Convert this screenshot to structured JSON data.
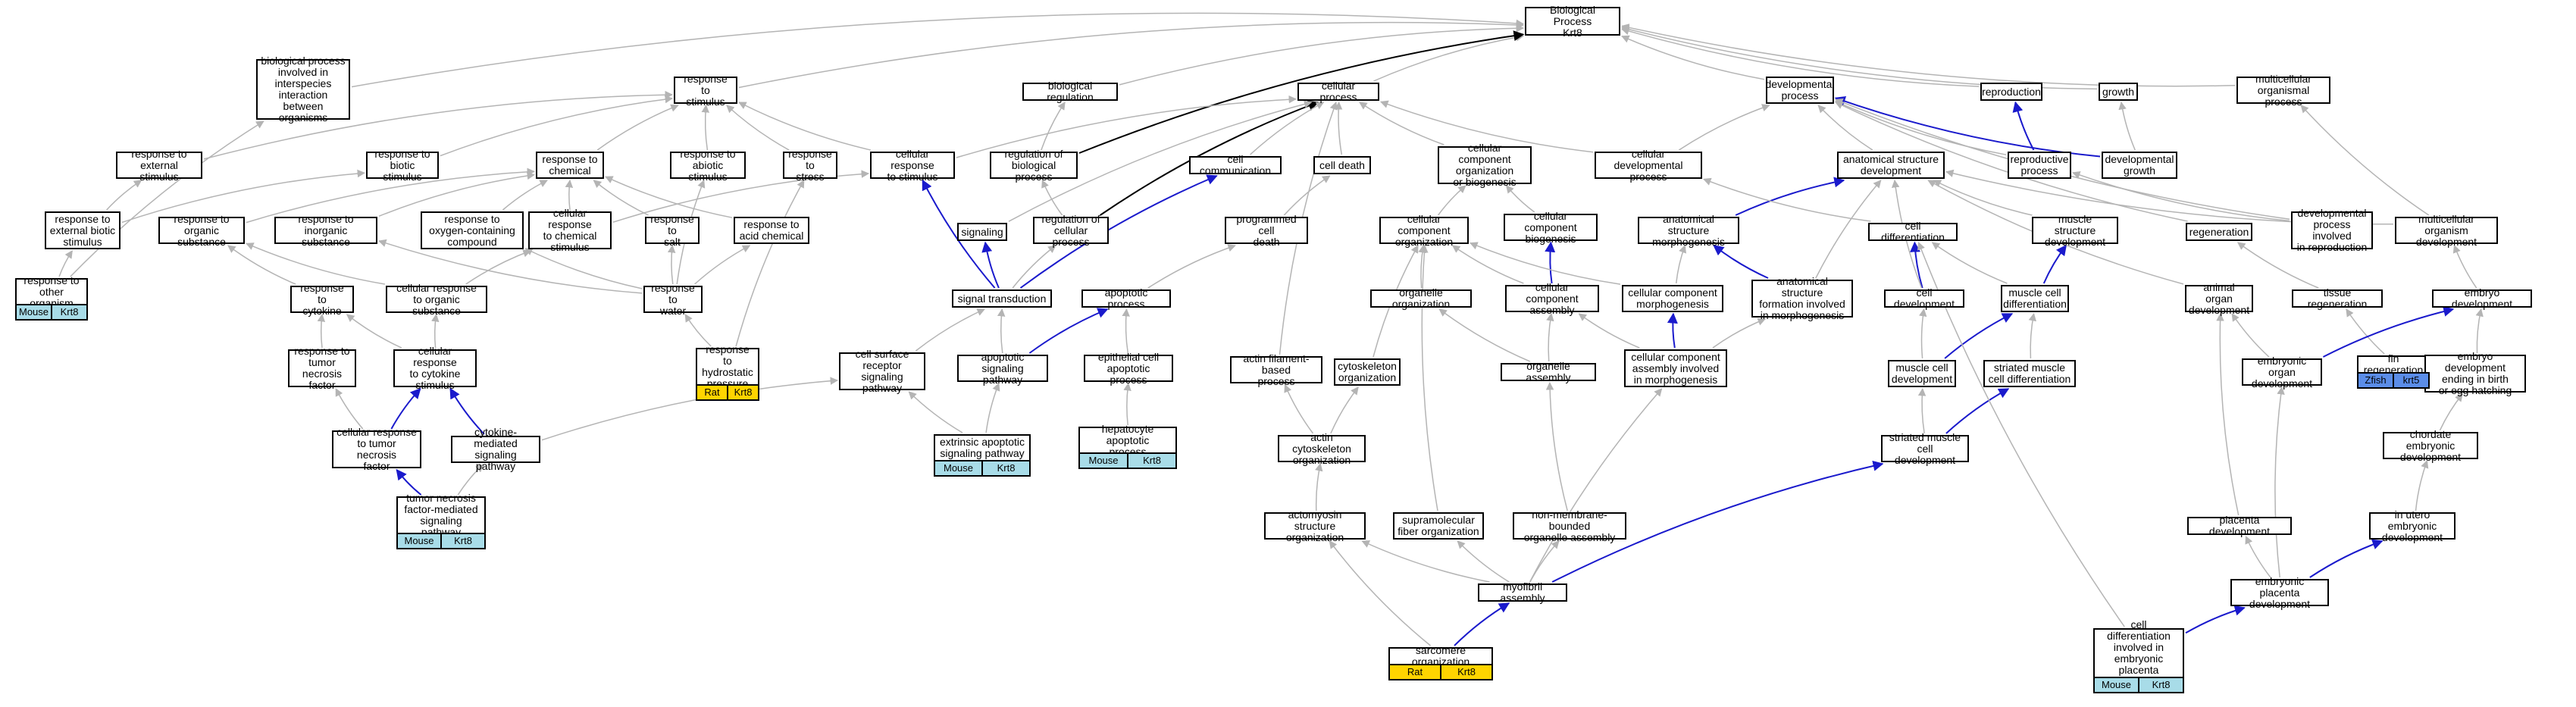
{
  "colors": {
    "default_edge": "#b4b4b4",
    "highlight_edge": "#1a1acc",
    "black_edge": "#000000",
    "mouse_badge": "#a8dce8",
    "rat_badge": "#ffd400",
    "zfish_badge": "#5b8de8"
  },
  "nodes": [
    {
      "id": "root",
      "label": "Biological Process\nKrt8"
    },
    {
      "id": "bpinter",
      "label": "biological process\ninvolved in\ninterspecies\ninteraction\nbetween organisms"
    },
    {
      "id": "resp_stim",
      "label": "response to\nstimulus"
    },
    {
      "id": "bioreg",
      "label": "biological regulation"
    },
    {
      "id": "cellproc",
      "label": "cellular process"
    },
    {
      "id": "devproc",
      "label": "developmental\nprocess"
    },
    {
      "id": "repro",
      "label": "reproduction"
    },
    {
      "id": "growth",
      "label": "growth"
    },
    {
      "id": "multiproc",
      "label": "multicellular\norganismal process"
    },
    {
      "id": "resp_ext",
      "label": "response to\nexternal stimulus"
    },
    {
      "id": "resp_bio",
      "label": "response to\nbiotic stimulus"
    },
    {
      "id": "resp_chem",
      "label": "response to\nchemical"
    },
    {
      "id": "resp_abio",
      "label": "response to\nabiotic stimulus"
    },
    {
      "id": "resp_stress",
      "label": "response to\nstress"
    },
    {
      "id": "cell_resp_stim",
      "label": "cellular response\nto stimulus"
    },
    {
      "id": "reg_bio",
      "label": "regulation of\nbiological process"
    },
    {
      "id": "cell_comm",
      "label": "cell communication"
    },
    {
      "id": "cell_death",
      "label": "cell death"
    },
    {
      "id": "ccorg_bio",
      "label": "cellular component\norganization\nor biogenesis"
    },
    {
      "id": "cell_dev_proc",
      "label": "cellular developmental\nprocess"
    },
    {
      "id": "anat_dev",
      "label": "anatomical structure\ndevelopment"
    },
    {
      "id": "repro_proc",
      "label": "reproductive\nprocess"
    },
    {
      "id": "dev_growth",
      "label": "developmental\ngrowth"
    },
    {
      "id": "resp_ext_bio",
      "label": "response to\nexternal biotic\nstimulus"
    },
    {
      "id": "resp_org",
      "label": "response to\norganic substance"
    },
    {
      "id": "resp_inorg",
      "label": "response to\ninorganic substance"
    },
    {
      "id": "resp_oxy",
      "label": "response to\noxygen-containing\ncompound"
    },
    {
      "id": "cell_resp_chem",
      "label": "cellular response\nto chemical\nstimulus"
    },
    {
      "id": "resp_salt",
      "label": "response to\nsalt"
    },
    {
      "id": "resp_acid",
      "label": "response to\nacid chemical"
    },
    {
      "id": "signaling",
      "label": "signaling"
    },
    {
      "id": "reg_cell",
      "label": "regulation of\ncellular process"
    },
    {
      "id": "prog_death",
      "label": "programmed cell\ndeath"
    },
    {
      "id": "cc_org",
      "label": "cellular component\norganization"
    },
    {
      "id": "cc_biogen",
      "label": "cellular component\nbiogenesis"
    },
    {
      "id": "anat_morph",
      "label": "anatomical structure\nmorphogenesis"
    },
    {
      "id": "cell_diff",
      "label": "cell differentiation"
    },
    {
      "id": "muscle_struct",
      "label": "muscle structure\ndevelopment"
    },
    {
      "id": "regen",
      "label": "regeneration"
    },
    {
      "id": "dev_repro",
      "label": "developmental\nprocess involved\nin reproduction"
    },
    {
      "id": "multi_dev",
      "label": "multicellular\norganism development"
    },
    {
      "id": "resp_other",
      "label": "response to\nother organism"
    },
    {
      "id": "resp_cyto",
      "label": "response to\ncytokine"
    },
    {
      "id": "cell_resp_org",
      "label": "cellular response\nto organic substance"
    },
    {
      "id": "resp_water",
      "label": "response to\nwater"
    },
    {
      "id": "sig_trans",
      "label": "signal transduction"
    },
    {
      "id": "apop_proc",
      "label": "apoptotic process"
    },
    {
      "id": "org_org",
      "label": "organelle organization"
    },
    {
      "id": "cc_assembly",
      "label": "cellular component\nassembly"
    },
    {
      "id": "cc_morph",
      "label": "cellular component\nmorphogenesis"
    },
    {
      "id": "anat_form",
      "label": "anatomical structure\nformation involved\nin morphogenesis"
    },
    {
      "id": "cell_dev",
      "label": "cell development"
    },
    {
      "id": "muscle_diff",
      "label": "muscle cell\ndifferentiation"
    },
    {
      "id": "animal_organ",
      "label": "animal organ\ndevelopment"
    },
    {
      "id": "tissue_regen",
      "label": "tissue regeneration"
    },
    {
      "id": "embryo_dev",
      "label": "embryo development"
    },
    {
      "id": "resp_tnf",
      "label": "response to\ntumor necrosis\nfactor"
    },
    {
      "id": "cell_resp_cyto",
      "label": "cellular response\nto cytokine\nstimulus"
    },
    {
      "id": "resp_hydro",
      "label": "response to\nhydrostatic\npressure"
    },
    {
      "id": "csr_sig",
      "label": "cell surface\nreceptor signaling\npathway"
    },
    {
      "id": "apop_sig",
      "label": "apoptotic signaling\npathway"
    },
    {
      "id": "epi_apop",
      "label": "epithelial cell\napoptotic process"
    },
    {
      "id": "actin_fil",
      "label": "actin filament-based\nprocess"
    },
    {
      "id": "cytoskel_org",
      "label": "cytoskeleton\norganization"
    },
    {
      "id": "org_assembly",
      "label": "organelle assembly"
    },
    {
      "id": "cc_assembly_morph",
      "label": "cellular component\nassembly involved\nin morphogenesis"
    },
    {
      "id": "muscle_dev",
      "label": "muscle cell\ndevelopment"
    },
    {
      "id": "striated_diff",
      "label": "striated muscle\ncell differentiation"
    },
    {
      "id": "fin_regen",
      "label": "fin regeneration"
    },
    {
      "id": "embryo_organ",
      "label": "embryonic organ\ndevelopment"
    },
    {
      "id": "embryo_birth",
      "label": "embryo development\nending in birth\nor egg hatching"
    },
    {
      "id": "cell_resp_tnf",
      "label": "cellular response\nto tumor necrosis\nfactor"
    },
    {
      "id": "cyto_sig",
      "label": "cytokine-mediated\nsignaling pathway"
    },
    {
      "id": "ext_apop",
      "label": "extrinsic apoptotic\nsignaling pathway"
    },
    {
      "id": "hep_apop",
      "label": "hepatocyte apoptotic\nprocess"
    },
    {
      "id": "actin_cyto",
      "label": "actin cytoskeleton\norganization"
    },
    {
      "id": "striated_dev",
      "label": "striated muscle\ncell development"
    },
    {
      "id": "chordate",
      "label": "chordate embryonic\ndevelopment"
    },
    {
      "id": "tnf_sig",
      "label": "tumor necrosis\nfactor-mediated\nsignaling pathway"
    },
    {
      "id": "actomyosin",
      "label": "actomyosin structure\norganization"
    },
    {
      "id": "supramol",
      "label": "supramolecular\nfiber organization"
    },
    {
      "id": "nonmem",
      "label": "non-membrane-bounded\norganelle assembly"
    },
    {
      "id": "placenta",
      "label": "placenta development"
    },
    {
      "id": "inutero",
      "label": "in utero embryonic\ndevelopment"
    },
    {
      "id": "myofibril",
      "label": "myofibril assembly"
    },
    {
      "id": "embryo_placenta",
      "label": "embryonic placenta\ndevelopment"
    },
    {
      "id": "sarcomere",
      "label": "sarcomere organization"
    },
    {
      "id": "cell_diff_placenta",
      "label": "cell differentiation\ninvolved in\nembryonic placenta\ndevelopment"
    }
  ],
  "badges": [
    {
      "node": "resp_other",
      "species": "Mouse",
      "gene": "Krt8",
      "color": "#a8dce8"
    },
    {
      "node": "resp_hydro",
      "species": "Rat",
      "gene": "Krt8",
      "color": "#ffd400"
    },
    {
      "node": "ext_apop",
      "species": "Mouse",
      "gene": "Krt8",
      "color": "#a8dce8"
    },
    {
      "node": "hep_apop",
      "species": "Mouse",
      "gene": "Krt8",
      "color": "#a8dce8"
    },
    {
      "node": "tnf_sig",
      "species": "Mouse",
      "gene": "Krt8",
      "color": "#a8dce8"
    },
    {
      "node": "fin_regen",
      "species": "Zfish",
      "gene": "krt5",
      "color": "#5b8de8"
    },
    {
      "node": "sarcomere",
      "species": "Rat",
      "gene": "Krt8",
      "color": "#ffd400"
    },
    {
      "node": "cell_diff_placenta",
      "species": "Mouse",
      "gene": "Krt8",
      "color": "#a8dce8"
    }
  ],
  "edges": [
    [
      "bpinter",
      "root",
      "g"
    ],
    [
      "resp_stim",
      "root",
      "g"
    ],
    [
      "bioreg",
      "root",
      "g"
    ],
    [
      "cellproc",
      "root",
      "g"
    ],
    [
      "devproc",
      "root",
      "g"
    ],
    [
      "repro",
      "root",
      "g"
    ],
    [
      "growth",
      "root",
      "g"
    ],
    [
      "multiproc",
      "root",
      "g"
    ],
    [
      "reg_bio",
      "root",
      "k"
    ],
    [
      "reg_cell",
      "cellproc",
      "k"
    ],
    [
      "resp_ext",
      "resp_stim",
      "g"
    ],
    [
      "resp_bio",
      "resp_stim",
      "g"
    ],
    [
      "resp_chem",
      "resp_stim",
      "g"
    ],
    [
      "resp_abio",
      "resp_stim",
      "g"
    ],
    [
      "resp_stress",
      "resp_stim",
      "g"
    ],
    [
      "cell_resp_stim",
      "resp_stim",
      "g"
    ],
    [
      "reg_bio",
      "bioreg",
      "g"
    ],
    [
      "cell_resp_stim",
      "cellproc",
      "g"
    ],
    [
      "cell_comm",
      "cellproc",
      "g"
    ],
    [
      "cell_death",
      "cellproc",
      "g"
    ],
    [
      "ccorg_bio",
      "cellproc",
      "g"
    ],
    [
      "cell_dev_proc",
      "cellproc",
      "g"
    ],
    [
      "cell_dev_proc",
      "devproc",
      "g"
    ],
    [
      "anat_dev",
      "devproc",
      "g"
    ],
    [
      "repro_proc",
      "devproc",
      "g"
    ],
    [
      "dev_growth",
      "devproc",
      "b"
    ],
    [
      "repro_proc",
      "repro",
      "b"
    ],
    [
      "dev_growth",
      "growth",
      "g"
    ],
    [
      "multi_dev",
      "multiproc",
      "g"
    ],
    [
      "resp_ext_bio",
      "resp_ext",
      "g"
    ],
    [
      "resp_ext_bio",
      "resp_bio",
      "g"
    ],
    [
      "resp_other",
      "resp_ext_bio",
      "g"
    ],
    [
      "resp_other",
      "bpinter",
      "g"
    ],
    [
      "resp_org",
      "resp_chem",
      "g"
    ],
    [
      "resp_inorg",
      "resp_chem",
      "g"
    ],
    [
      "resp_oxy",
      "resp_chem",
      "g"
    ],
    [
      "cell_resp_chem",
      "resp_chem",
      "g"
    ],
    [
      "resp_salt",
      "resp_chem",
      "g"
    ],
    [
      "resp_acid",
      "resp_chem",
      "g"
    ],
    [
      "cell_resp_chem",
      "cell_resp_stim",
      "g"
    ],
    [
      "signaling",
      "cellproc",
      "g"
    ],
    [
      "sig_trans",
      "cell_resp_stim",
      "b"
    ],
    [
      "sig_trans",
      "signaling",
      "b"
    ],
    [
      "sig_trans",
      "reg_cell",
      "g"
    ],
    [
      "sig_trans",
      "cell_comm",
      "b"
    ],
    [
      "reg_cell",
      "reg_bio",
      "g"
    ],
    [
      "prog_death",
      "cell_death",
      "g"
    ],
    [
      "cc_org",
      "ccorg_bio",
      "g"
    ],
    [
      "cc_biogen",
      "ccorg_bio",
      "g"
    ],
    [
      "anat_morph",
      "anat_dev",
      "b"
    ],
    [
      "cell_diff",
      "cell_dev_proc",
      "g"
    ],
    [
      "muscle_struct",
      "anat_dev",
      "g"
    ],
    [
      "regen",
      "devproc",
      "g"
    ],
    [
      "dev_repro",
      "repro_proc",
      "g"
    ],
    [
      "dev_repro",
      "devproc",
      "g"
    ],
    [
      "multi_dev",
      "anat_dev",
      "g"
    ],
    [
      "resp_cyto",
      "resp_org",
      "g"
    ],
    [
      "cell_resp_org",
      "resp_org",
      "g"
    ],
    [
      "cell_resp_org",
      "cell_resp_chem",
      "g"
    ],
    [
      "resp_water",
      "resp_inorg",
      "g"
    ],
    [
      "resp_water",
      "resp_oxy",
      "g"
    ],
    [
      "resp_water",
      "resp_salt",
      "g"
    ],
    [
      "resp_water",
      "resp_acid",
      "g"
    ],
    [
      "resp_water",
      "resp_abio",
      "g"
    ],
    [
      "apop_proc",
      "prog_death",
      "g"
    ],
    [
      "org_org",
      "cc_org",
      "g"
    ],
    [
      "cc_assembly",
      "cc_org",
      "g"
    ],
    [
      "cc_assembly",
      "cc_biogen",
      "b"
    ],
    [
      "cc_morph",
      "cc_org",
      "g"
    ],
    [
      "cc_morph",
      "anat_morph",
      "g"
    ],
    [
      "anat_form",
      "anat_morph",
      "b"
    ],
    [
      "anat_form",
      "anat_dev",
      "g"
    ],
    [
      "cell_dev",
      "cell_diff",
      "b"
    ],
    [
      "cell_dev",
      "anat_dev",
      "g"
    ],
    [
      "muscle_diff",
      "cell_diff",
      "g"
    ],
    [
      "muscle_diff",
      "muscle_struct",
      "b"
    ],
    [
      "animal_organ",
      "anat_dev",
      "g"
    ],
    [
      "tissue_regen",
      "regen",
      "g"
    ],
    [
      "embryo_dev",
      "multi_dev",
      "g"
    ],
    [
      "resp_tnf",
      "resp_cyto",
      "g"
    ],
    [
      "cell_resp_cyto",
      "resp_cyto",
      "g"
    ],
    [
      "cell_resp_cyto",
      "cell_resp_org",
      "g"
    ],
    [
      "resp_hydro",
      "resp_water",
      "g"
    ],
    [
      "resp_hydro",
      "resp_stress",
      "g"
    ],
    [
      "csr_sig",
      "sig_trans",
      "g"
    ],
    [
      "apop_sig",
      "apop_proc",
      "b"
    ],
    [
      "apop_sig",
      "sig_trans",
      "g"
    ],
    [
      "epi_apop",
      "apop_proc",
      "g"
    ],
    [
      "actin_fil",
      "cellproc",
      "g"
    ],
    [
      "cytoskel_org",
      "cc_org",
      "g"
    ],
    [
      "org_assembly",
      "org_org",
      "g"
    ],
    [
      "org_assembly",
      "cc_assembly",
      "g"
    ],
    [
      "cc_assembly_morph",
      "cc_assembly",
      "g"
    ],
    [
      "cc_assembly_morph",
      "cc_morph",
      "b"
    ],
    [
      "cc_assembly_morph",
      "anat_form",
      "g"
    ],
    [
      "muscle_dev",
      "muscle_diff",
      "b"
    ],
    [
      "muscle_dev",
      "cell_dev",
      "g"
    ],
    [
      "striated_diff",
      "muscle_diff",
      "g"
    ],
    [
      "fin_regen",
      "tissue_regen",
      "g"
    ],
    [
      "embryo_organ",
      "animal_organ",
      "g"
    ],
    [
      "embryo_organ",
      "embryo_dev",
      "b"
    ],
    [
      "embryo_birth",
      "embryo_dev",
      "g"
    ],
    [
      "cell_resp_tnf",
      "resp_tnf",
      "g"
    ],
    [
      "cell_resp_tnf",
      "cell_resp_cyto",
      "b"
    ],
    [
      "cyto_sig",
      "cell_resp_cyto",
      "b"
    ],
    [
      "cyto_sig",
      "csr_sig",
      "g"
    ],
    [
      "ext_apop",
      "apop_sig",
      "g"
    ],
    [
      "ext_apop",
      "csr_sig",
      "g"
    ],
    [
      "hep_apop",
      "epi_apop",
      "g"
    ],
    [
      "actin_cyto",
      "actin_fil",
      "g"
    ],
    [
      "actin_cyto",
      "cytoskel_org",
      "g"
    ],
    [
      "striated_dev",
      "muscle_dev",
      "g"
    ],
    [
      "striated_dev",
      "striated_diff",
      "b"
    ],
    [
      "chordate",
      "embryo_birth",
      "g"
    ],
    [
      "tnf_sig",
      "cell_resp_tnf",
      "b"
    ],
    [
      "tnf_sig",
      "cyto_sig",
      "g"
    ],
    [
      "actomyosin",
      "actin_cyto",
      "g"
    ],
    [
      "supramol",
      "cc_org",
      "g"
    ],
    [
      "nonmem",
      "org_assembly",
      "g"
    ],
    [
      "placenta",
      "animal_organ",
      "g"
    ],
    [
      "inutero",
      "chordate",
      "g"
    ],
    [
      "myofibril",
      "actomyosin",
      "g"
    ],
    [
      "myofibril",
      "supramol",
      "g"
    ],
    [
      "myofibril",
      "nonmem",
      "g"
    ],
    [
      "myofibril",
      "cc_assembly_morph",
      "g"
    ],
    [
      "myofibril",
      "striated_dev",
      "b"
    ],
    [
      "embryo_placenta",
      "placenta",
      "g"
    ],
    [
      "embryo_placenta",
      "embryo_organ",
      "g"
    ],
    [
      "embryo_placenta",
      "inutero",
      "b"
    ],
    [
      "sarcomere",
      "myofibril",
      "b"
    ],
    [
      "sarcomere",
      "actomyosin",
      "g"
    ],
    [
      "cell_diff_placenta",
      "embryo_placenta",
      "b"
    ],
    [
      "cell_diff_placenta",
      "cell_diff",
      "g"
    ]
  ]
}
